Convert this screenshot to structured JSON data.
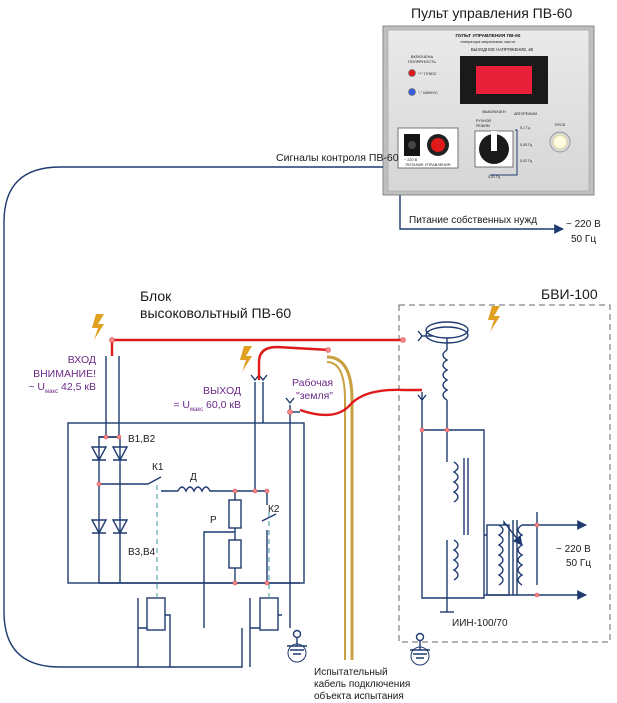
{
  "panel": {
    "title": "Пульт управления ПВ-60",
    "plate_line1": "ПУЛЬТ УПРАВЛЕНИЯ ПВ-60",
    "plate_line2": "генератора сверхнизких частот",
    "polarity_label_1": "ВКЛЮЧЕНА",
    "polarity_label_2": "ПОЛЯРНОСТЬ",
    "plus_label": "\"+\" ПЛЮС",
    "minus_label": "\"-\" МИНУС",
    "voltage_label": "ВЫХОДНОЕ НАПРЯЖЕНИЕ, кВ",
    "off_label": "ВЫКЛЮЧЕН",
    "manual_1": "РУЧНОЙ",
    "manual_2": "РЕЖИМ",
    "auto_label": "АВТОРЕЖИМ",
    "freq_1": "0,1 Гц",
    "freq_2": "0,05 Гц",
    "freq_3": "0,02 Гц",
    "freq_4": "0,01 Гц",
    "start_label": "ПУСК",
    "mains_label": "~ 220 В",
    "power_label": "ПИТАНИЕ УПРАВЛЕНИЯ",
    "colors": {
      "display": "#e8203a",
      "plus_lamp": "#e01a1a",
      "minus_lamp": "#3a5de0"
    }
  },
  "labels": {
    "signals": "Сигналы контроля ПВ-60",
    "own_power": "Питание собственных нужд",
    "mains_top_1": "~ 220 В",
    "mains_top_2": "50 Гц",
    "hv_block_1": "Блок",
    "hv_block_2": "высоковольтный ПВ-60",
    "bvi": "БВИ-100",
    "input_1": "ВХОД",
    "input_2": "ВНИМАНИЕ!",
    "input_3_prefix": "~ U",
    "input_3_sub": "макс",
    "input_3_suffix": " 42,5 кВ",
    "output_1": "ВЫХОД",
    "output_2_prefix": "= U",
    "output_2_sub": "макс",
    "output_2_suffix": " 60,0 кВ",
    "ground_1": "Рабочая",
    "ground_2": "\"земля\"",
    "b12": "В1,В2",
    "b34": "В3,В4",
    "k1": "К1",
    "d": "Д",
    "r": "Р",
    "k2": "К2",
    "mains_right_1": "~ 220 В",
    "mains_right_2": "50 Гц",
    "iin": "ИИН-100/70",
    "cable_1": "Испытательный",
    "cable_2": "кабель подключения",
    "cable_3": "объекта испытания"
  }
}
